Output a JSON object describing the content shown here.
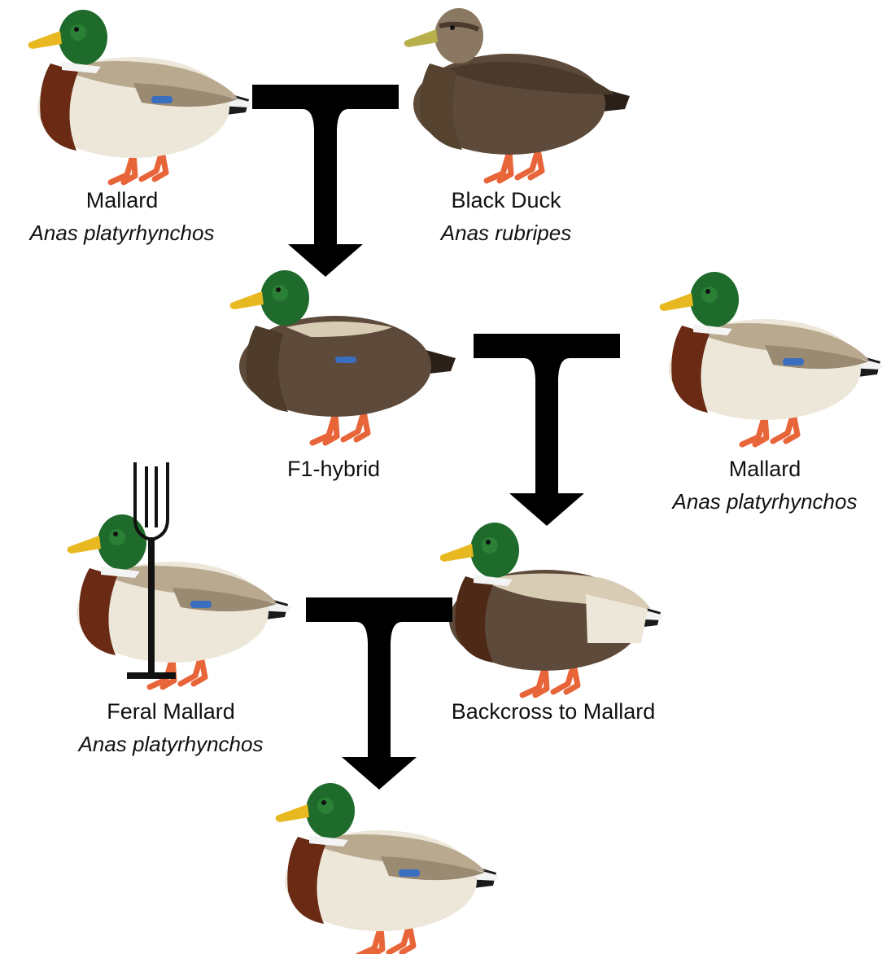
{
  "nodes": {
    "mallard_parent": {
      "common": "Mallard",
      "scientific": "Anas platyrhynchos",
      "icon": "mallard-drake"
    },
    "black_duck": {
      "common": "Black Duck",
      "scientific": "Anas rubripes",
      "icon": "black-duck"
    },
    "f1_hybrid": {
      "common": "F1-hybrid",
      "icon": "hybrid-duck"
    },
    "mallard_second": {
      "common": "Mallard",
      "scientific": "Anas platyrhynchos",
      "icon": "mallard-drake"
    },
    "feral_mallard": {
      "common": "Feral Mallard",
      "scientific": "Anas platyrhynchos",
      "icon": "mallard-drake-with-pitchfork"
    },
    "backcross": {
      "common": "Backcross to Mallard",
      "icon": "backcross-duck"
    },
    "offspring": {
      "icon": "mallard-drake"
    }
  },
  "colors": {
    "arrow": "#000000",
    "head_green": "#1f6b2b",
    "bill": "#e8b820",
    "breast": "#6a2a14",
    "body_cream": "#ece7d9",
    "black_duck_body": "#5d4a3a",
    "legs": "#e8653a",
    "speculum": "#3a6fc0"
  }
}
